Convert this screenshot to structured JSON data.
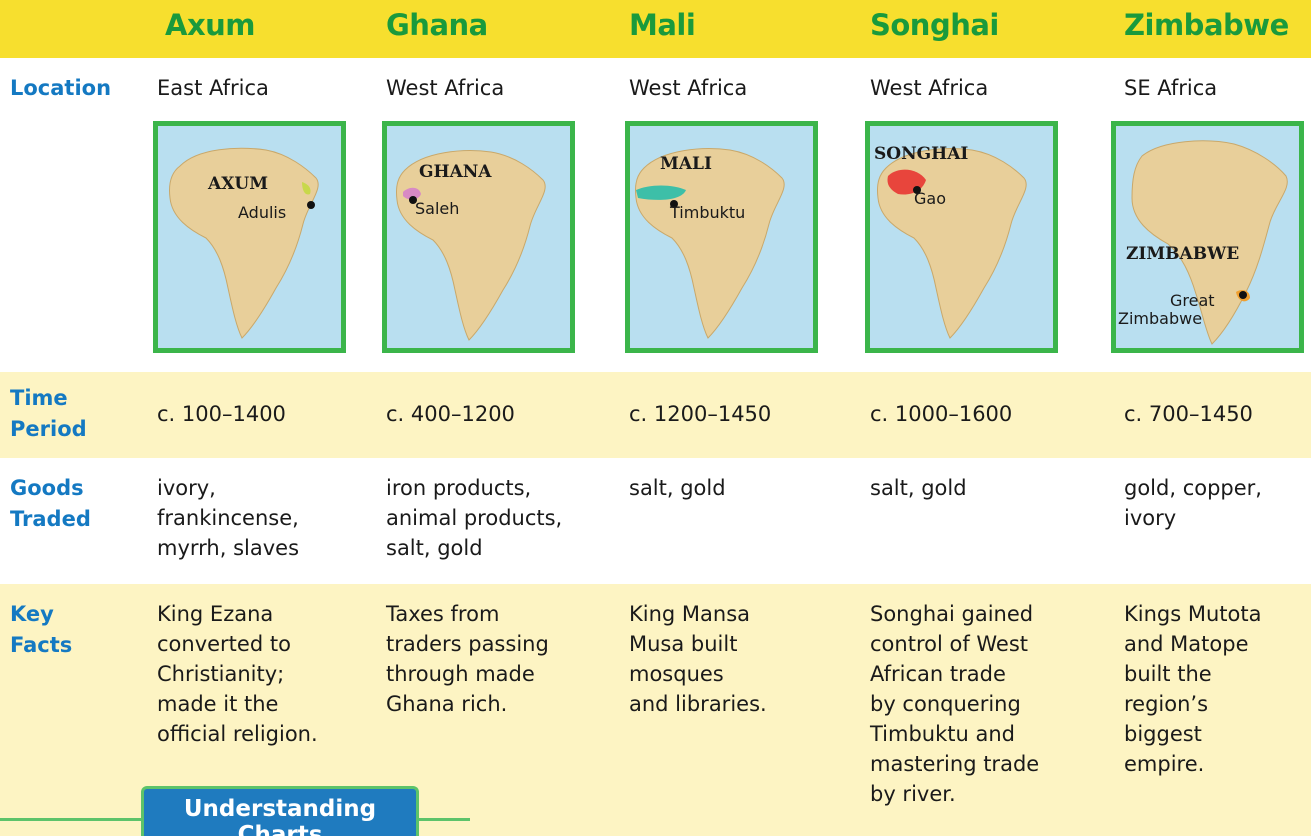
{
  "columns": [
    {
      "name": "Axum",
      "location": "East Africa",
      "time_period": "c. 100–1400",
      "goods_traded": [
        "ivory,",
        "frankincense,",
        "myrrh, slaves"
      ],
      "key_facts": [
        "King Ezana",
        "converted to",
        "Christianity;",
        "made it the",
        "official religion."
      ],
      "map": {
        "region_label": "AXUM",
        "cities": [
          "Adulis"
        ],
        "highlight_color": "#c8d84a"
      }
    },
    {
      "name": "Ghana",
      "location": "West Africa",
      "time_period": "c. 400–1200",
      "goods_traded": [
        "iron products,",
        "animal products,",
        "salt, gold"
      ],
      "key_facts": [
        "Taxes from",
        "traders passing",
        "through made",
        "Ghana rich."
      ],
      "map": {
        "region_label": "GHANA",
        "cities": [
          "Saleh"
        ],
        "highlight_color": "#d88ac4"
      }
    },
    {
      "name": "Mali",
      "location": "West Africa",
      "time_period": "c. 1200–1450",
      "goods_traded": [
        "salt, gold"
      ],
      "key_facts": [
        "King Mansa",
        "Musa built",
        "mosques",
        "and libraries."
      ],
      "map": {
        "region_label": "MALI",
        "cities": [
          "Timbuktu"
        ],
        "highlight_color": "#3dbfa8"
      }
    },
    {
      "name": "Songhai",
      "location": "West Africa",
      "time_period": "c. 1000–1600",
      "goods_traded": [
        "salt, gold"
      ],
      "key_facts": [
        "Songhai gained",
        "control of West",
        "African trade",
        "by conquering",
        "Timbuktu and",
        "mastering trade",
        "by river."
      ],
      "map": {
        "region_label": "SONGHAI",
        "cities": [
          "Gao"
        ],
        "highlight_color": "#e8453c"
      }
    },
    {
      "name": "Zimbabwe",
      "location": "SE Africa",
      "time_period": "c. 700–1450",
      "goods_traded": [
        "gold, copper,",
        "ivory"
      ],
      "key_facts": [
        "Kings Mutota",
        "and Matope",
        "built the",
        "region’s",
        "biggest",
        "empire."
      ],
      "map": {
        "region_label": "ZIMBABWE",
        "cities": [
          "Great",
          "Zimbabwe"
        ],
        "highlight_color": "#f0a030"
      }
    }
  ],
  "row_labels": {
    "location": "Location",
    "time_period": [
      "Time",
      "Period"
    ],
    "goods_traded": [
      "Goods",
      "Traded"
    ],
    "key_facts": [
      "Key",
      "Facts"
    ]
  },
  "footer_tab": "Understanding Charts",
  "colors": {
    "banner": "#f7df2e",
    "title_green": "#1a9a3c",
    "label_blue": "#1479c2",
    "band_yellow": "#fdf4c3",
    "map_border": "#3bb54a",
    "ocean": "#b9dff0",
    "land": "#e8cf9a"
  }
}
